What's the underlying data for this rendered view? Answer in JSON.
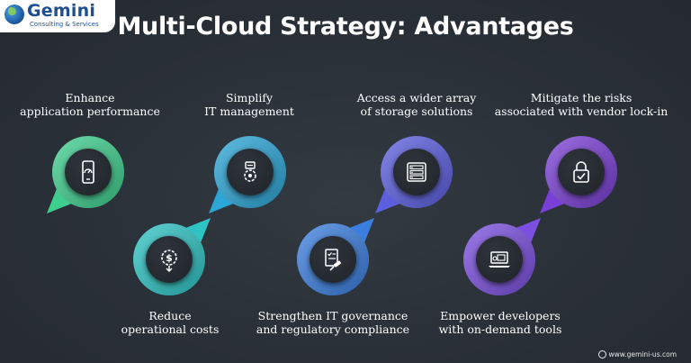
{
  "logo": {
    "name": "Gemini",
    "subtitle": "Consulting & Services"
  },
  "title": "Multi-Cloud Strategy: Advantages",
  "advantages": [
    {
      "line1": "Enhance",
      "line2": "application performance",
      "icon": "smartphone-speed-icon",
      "color": "#3ecf8e"
    },
    {
      "line1": "Reduce",
      "line2": "operational costs",
      "icon": "dollar-gear-icon",
      "color": "#2ec4c4"
    },
    {
      "line1": "Simplify",
      "line2": "IT management",
      "icon": "gear-management-icon",
      "color": "#2ba6d6"
    },
    {
      "line1": "Strengthen IT governance",
      "line2": "and regulatory compliance",
      "icon": "checklist-gavel-icon",
      "color": "#3a7fe0"
    },
    {
      "line1": "Access a wider array",
      "line2": "of storage solutions",
      "icon": "storage-server-icon",
      "color": "#5b5fe0"
    },
    {
      "line1": "Empower developers",
      "line2": "with on-demand tools",
      "icon": "laptop-tools-icon",
      "color": "#7b4fe0"
    },
    {
      "line1": "Mitigate the risks",
      "line2": "associated with vendor lock-in",
      "icon": "lock-check-icon",
      "color": "#7a3fd6"
    }
  ],
  "footer": {
    "website": "www.gemini-us.com"
  }
}
